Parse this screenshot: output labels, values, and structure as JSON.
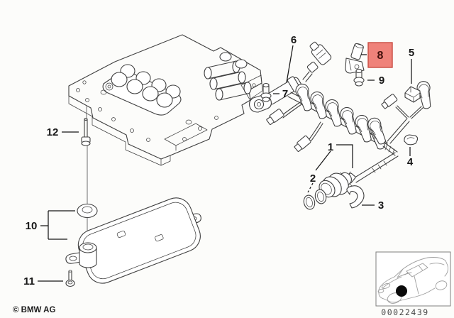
{
  "page": {
    "copyright": "© BMW AG",
    "diagram_code": "00022439"
  },
  "colors": {
    "background": "#fcfcfa",
    "line_art": "#3f3f3f",
    "label_text": "#161616",
    "thumb_line": "#9f9f9f",
    "highlight_fill": "#ef827a",
    "highlight_border": "#c84b41",
    "highlight_text": "#420f0b"
  },
  "callouts": {
    "p1": "1",
    "p2": "2",
    "p3": "3",
    "p4": "4",
    "p5": "5",
    "p6": "6",
    "p7": "7",
    "p8": "8",
    "p9": "9",
    "p10": "10",
    "p11": "11",
    "p12": "12"
  }
}
